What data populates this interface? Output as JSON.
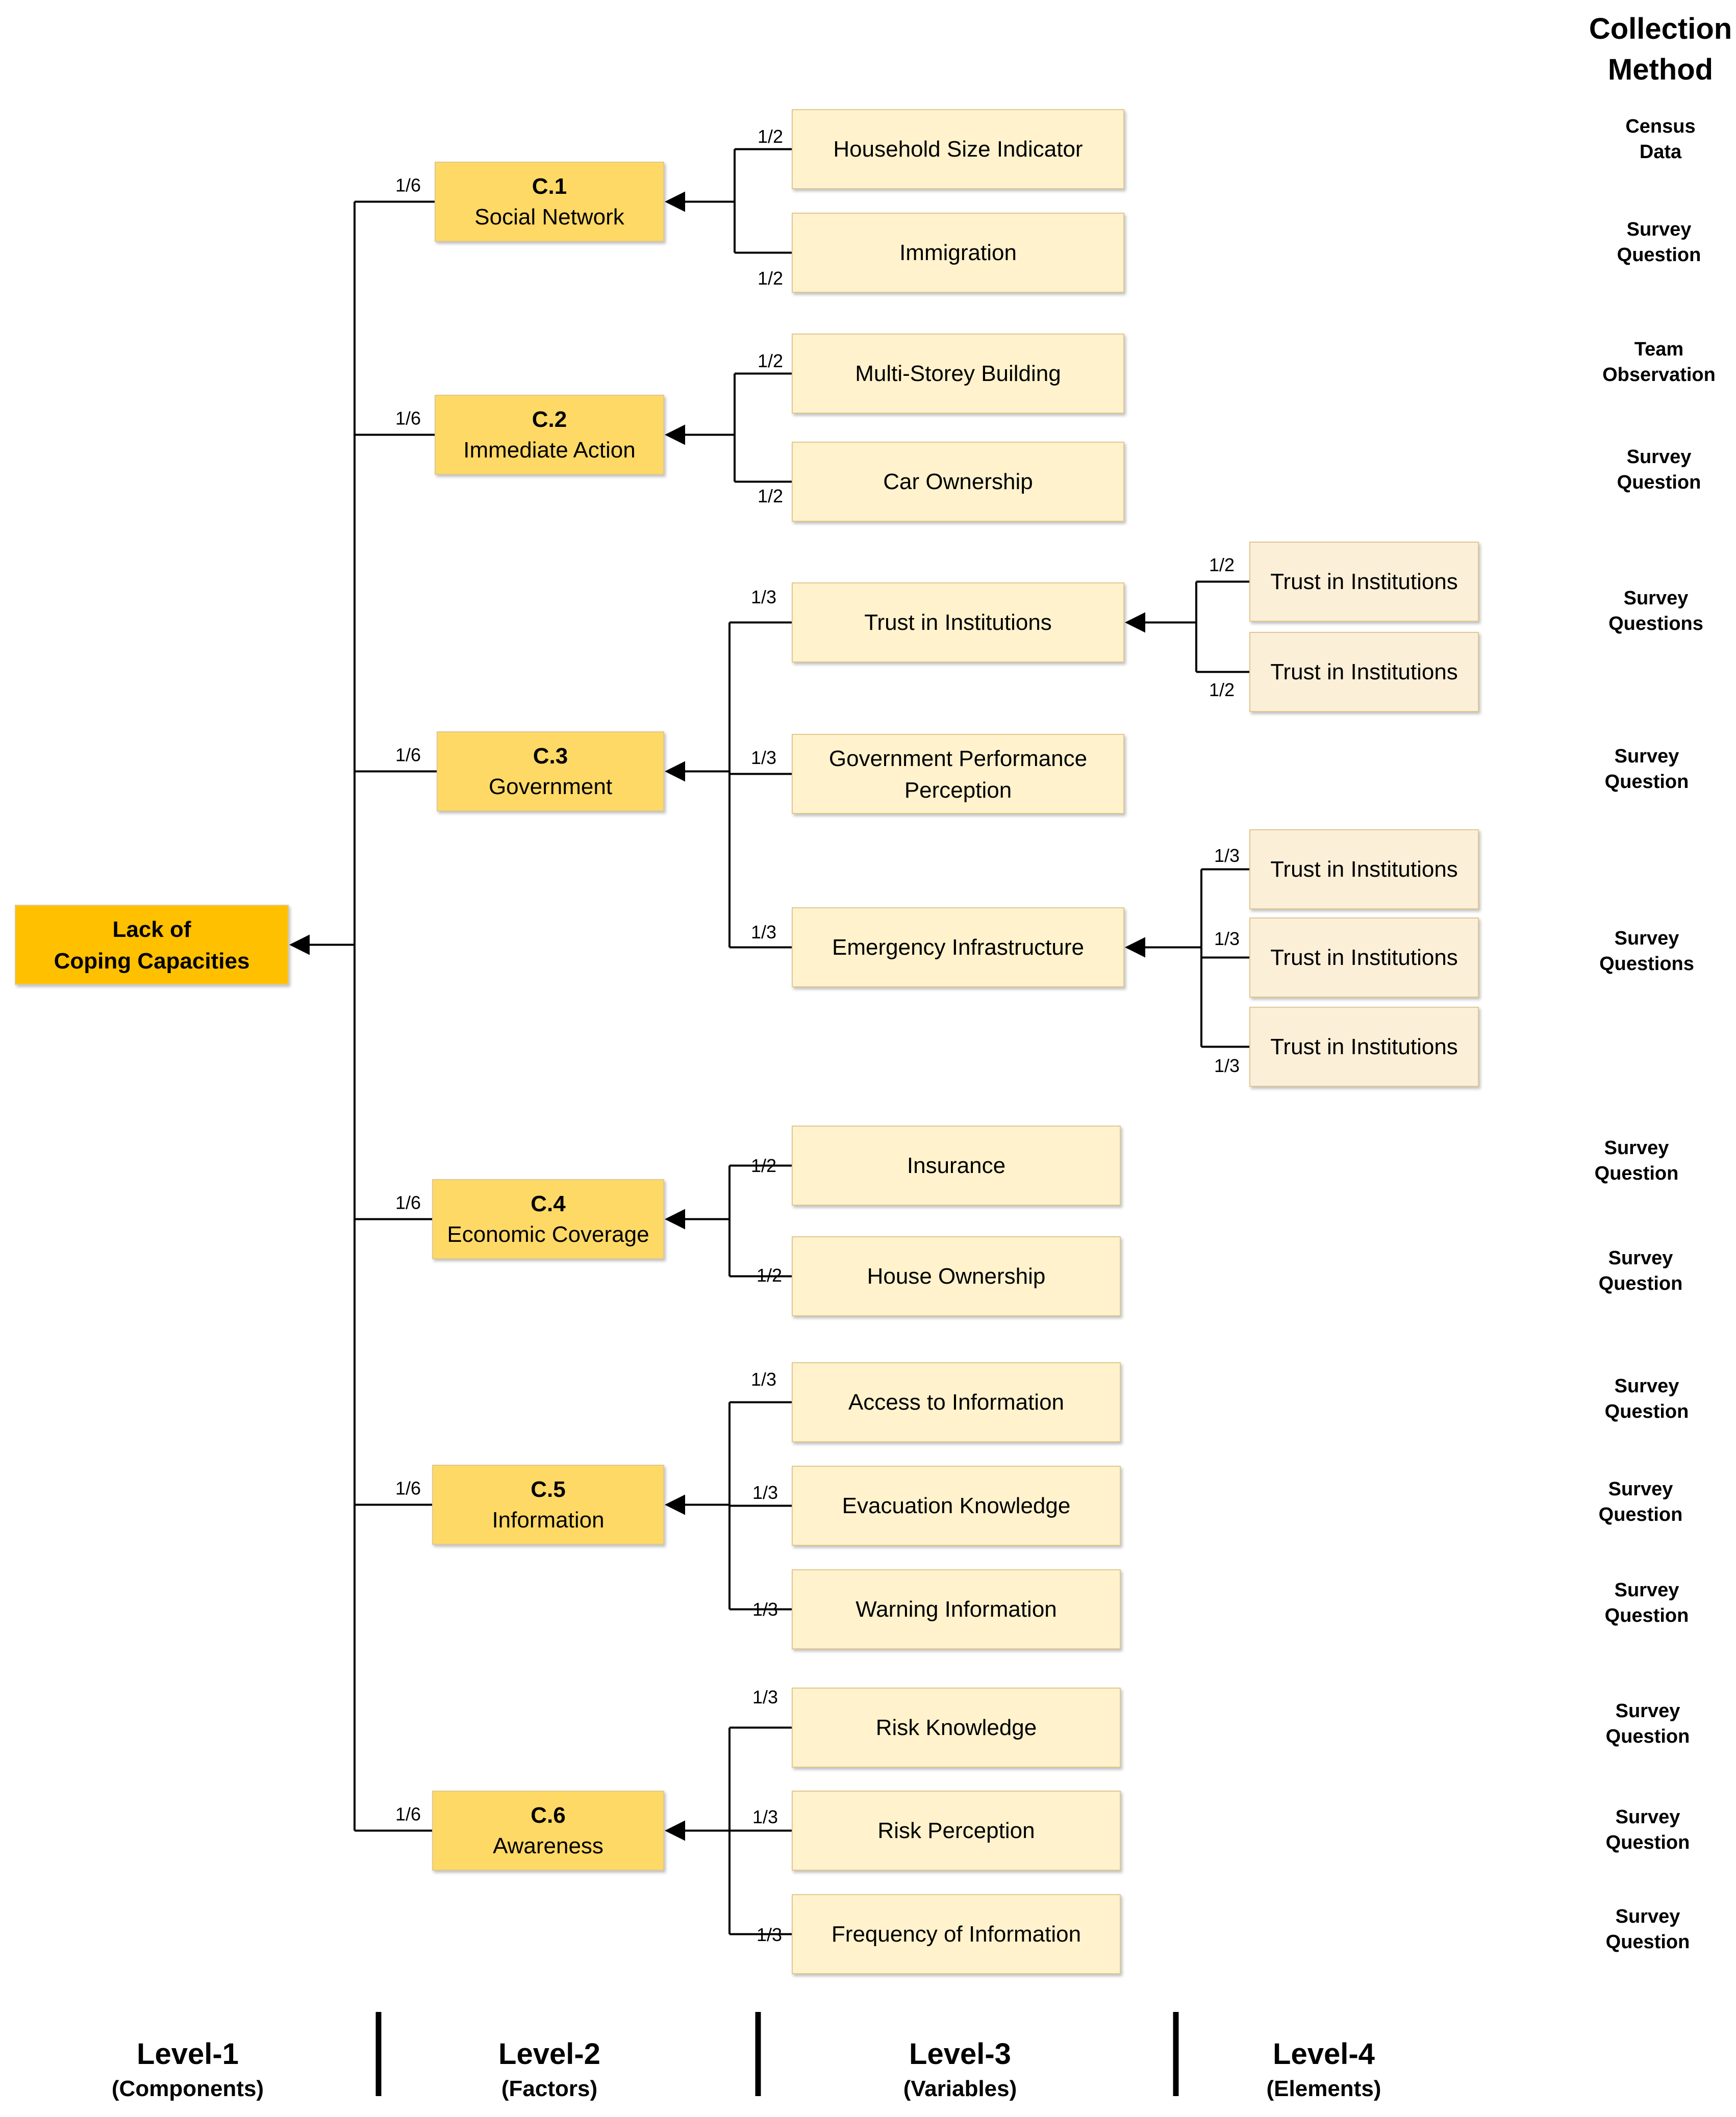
{
  "header": {
    "line1": "Collection",
    "line2": "Method"
  },
  "colors": {
    "root_fill": "#ffc000",
    "factor_fill": "#ffd966",
    "variable_fill": "#fff2cc",
    "element_fill": "#fcefd8",
    "line": "#000000",
    "text": "#000000"
  },
  "root": {
    "line1": "Lack of",
    "line2": "Coping Capacities"
  },
  "factors": [
    {
      "code": "C.1",
      "name": "Social Network",
      "weight": "1/6"
    },
    {
      "code": "C.2",
      "name": "Immediate Action",
      "weight": "1/6"
    },
    {
      "code": "C.3",
      "name": "Government",
      "weight": "1/6"
    },
    {
      "code": "C.4",
      "name": "Economic Coverage",
      "weight": "1/6"
    },
    {
      "code": "C.5",
      "name": "Information",
      "weight": "1/6"
    },
    {
      "code": "C.6",
      "name": "Awareness",
      "weight": "1/6"
    }
  ],
  "variables": [
    {
      "lines": [
        "Household Size Indicator"
      ],
      "weight": "1/2"
    },
    {
      "lines": [
        "Immigration"
      ],
      "weight": "1/2"
    },
    {
      "lines": [
        "Multi-Storey Building"
      ],
      "weight": "1/2"
    },
    {
      "lines": [
        "Car Ownership"
      ],
      "weight": "1/2"
    },
    {
      "lines": [
        "Trust in Institutions"
      ],
      "weight": "1/3"
    },
    {
      "lines": [
        "Government Performance",
        "Perception"
      ],
      "weight": "1/3"
    },
    {
      "lines": [
        "Emergency Infrastructure"
      ],
      "weight": "1/3"
    },
    {
      "lines": [
        "Insurance"
      ],
      "weight": "1/2"
    },
    {
      "lines": [
        "House Ownership"
      ],
      "weight": "1/2"
    },
    {
      "lines": [
        "Access to Information"
      ],
      "weight": "1/3"
    },
    {
      "lines": [
        "Evacuation Knowledge"
      ],
      "weight": "1/3"
    },
    {
      "lines": [
        "Warning Information"
      ],
      "weight": "1/3"
    },
    {
      "lines": [
        "Risk Knowledge"
      ],
      "weight": "1/3"
    },
    {
      "lines": [
        "Risk Perception"
      ],
      "weight": "1/3"
    },
    {
      "lines": [
        "Frequency of Information"
      ],
      "weight": "1/3"
    }
  ],
  "elements": [
    {
      "label": "Trust in Institutions",
      "weight": "1/2"
    },
    {
      "label": "Trust in Institutions",
      "weight": "1/2"
    },
    {
      "label": "Trust in Institutions",
      "weight": "1/3"
    },
    {
      "label": "Trust in Institutions",
      "weight": "1/3"
    },
    {
      "label": "Trust in Institutions",
      "weight": "1/3"
    }
  ],
  "methods": [
    [
      "Census",
      "Data"
    ],
    [
      "Survey",
      "Question"
    ],
    [
      "Team",
      "Observation"
    ],
    [
      "Survey",
      "Question"
    ],
    [
      "Survey",
      "Questions"
    ],
    [
      "Survey",
      "Question"
    ],
    [
      "Survey",
      "Questions"
    ],
    [
      "Survey",
      "Question"
    ],
    [
      "Survey",
      "Question"
    ],
    [
      "Survey",
      "Question"
    ],
    [
      "Survey",
      "Question"
    ],
    [
      "Survey",
      "Question"
    ],
    [
      "Survey",
      "Question"
    ],
    [
      "Survey",
      "Question"
    ],
    [
      "Survey",
      "Question"
    ]
  ],
  "levels": [
    {
      "title": "Level-1",
      "subtitle": "(Components)"
    },
    {
      "title": "Level-2",
      "subtitle": "(Factors)"
    },
    {
      "title": "Level-3",
      "subtitle": "(Variables)"
    },
    {
      "title": "Level-4",
      "subtitle": "(Elements)"
    }
  ]
}
